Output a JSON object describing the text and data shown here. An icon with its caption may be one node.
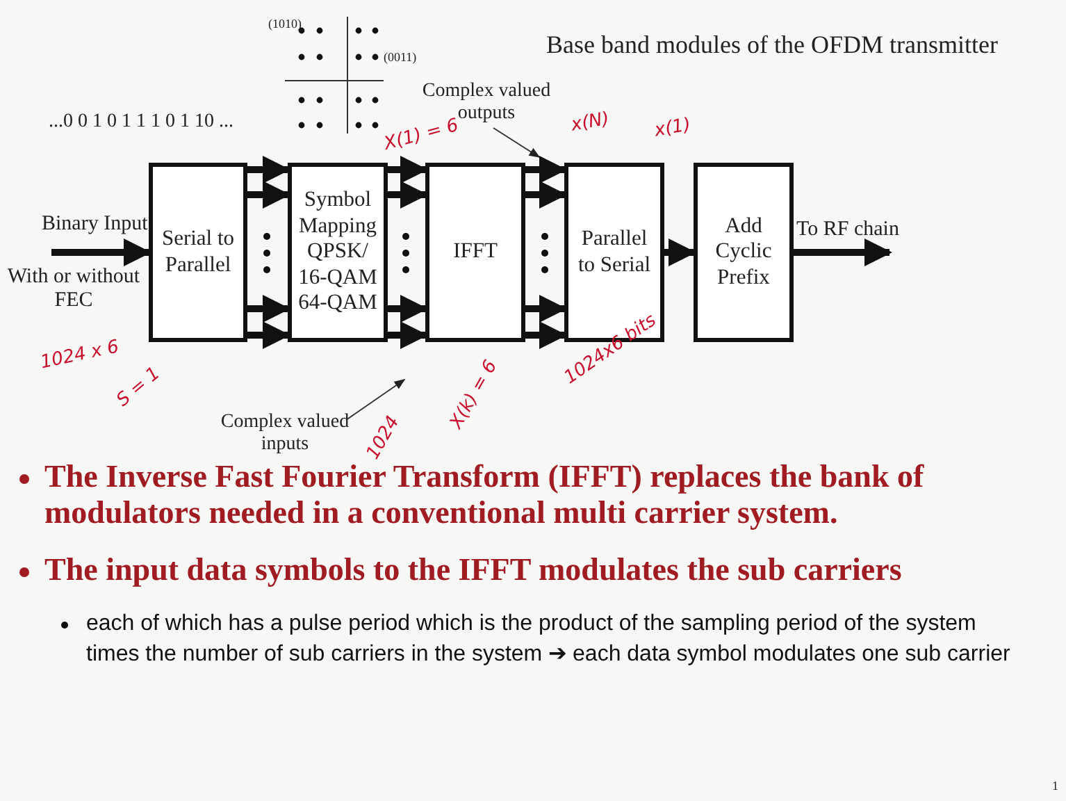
{
  "diagram": {
    "title": "Base band modules of the OFDM transmitter",
    "nodes": [
      {
        "text": [
          "Serial to Parallel"
        ]
      },
      {
        "text": [
          "Symbol Mapping QPSK/ 16-QAM 64-QAM"
        ]
      },
      {
        "text": [
          "IFFT"
        ]
      },
      {
        "text": [
          "Parallel to Serial"
        ]
      },
      {
        "text": [
          "Add Cyclic Prefix"
        ]
      },
      {
        "text": [
          "Complex valued outputs"
        ]
      },
      {
        "text": [
          "Complex valued inputs"
        ]
      }
    ],
    "edges": [
      {
        "from": null,
        "to": 0,
        "arrow": "to"
      },
      {
        "from": 0,
        "to": 1,
        "arrow": "to"
      },
      {
        "from": 0,
        "to": 1,
        "arrow": "to"
      },
      {
        "from": 0,
        "to": 1,
        "arrow": "to"
      },
      {
        "from": 0,
        "to": 1,
        "arrow": "to"
      },
      {
        "from": 1,
        "to": 2,
        "arrow": "to"
      },
      {
        "from": 1,
        "to": 2,
        "arrow": "to"
      },
      {
        "from": 1,
        "to": 2,
        "arrow": "to"
      },
      {
        "from": 1,
        "to": 2,
        "arrow": "to"
      },
      {
        "from": 2,
        "to": 3,
        "arrow": "to"
      },
      {
        "from": 2,
        "to": 3,
        "arrow": "to"
      },
      {
        "from": 2,
        "to": 3,
        "arrow": "to"
      },
      {
        "from": 2,
        "to": 3,
        "arrow": "to"
      },
      {
        "from": 3,
        "to": 4,
        "arrow": "to"
      },
      {
        "from": 4,
        "to": null,
        "arrow": "to",
        "label": "To RF chain"
      },
      {
        "from": 5,
        "to": null,
        "arrow": "to"
      },
      {
        "from": 6,
        "to": null,
        "arrow": "to"
      }
    ],
    "labels": [
      "(1010)",
      "(0011)",
      "...0 0 1 0 1 1 1 0 1 10 ...",
      "Binary Input",
      "With or without FEC",
      "1024 x 6",
      "S = 1",
      "X(1) = 6",
      "X(k) = 6",
      "1024",
      "x(1)",
      "x(N)",
      "1024x6 bits",
      "The Inverse Fast Fourier Transform (IFFT) replaces the bank of modulators needed in a conventional multi carrier system.",
      "The input data symbols to the IFFT modulates the sub carriers",
      "each of which has a pulse period which is the product of the sampling period of the system times the number of sub carriers in the system ➔ each data symbol modulates one sub carrier",
      "1"
    ]
  }
}
